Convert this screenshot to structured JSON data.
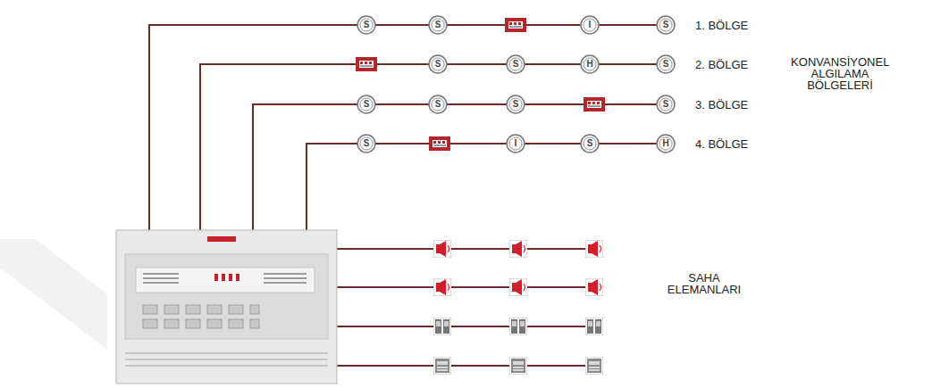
{
  "diagram": {
    "nodes": [
      {
        "text": [
          "S"
        ]
      },
      {
        "text": [
          "S"
        ]
      },
      {
        "text": [
          "I"
        ]
      },
      {
        "text": [
          "S"
        ]
      },
      {
        "text": [
          "S"
        ]
      },
      {
        "text": [
          "S"
        ]
      },
      {
        "text": [
          "H"
        ]
      },
      {
        "text": [
          "S"
        ]
      },
      {
        "text": [
          "S"
        ]
      },
      {
        "text": [
          "S"
        ]
      },
      {
        "text": [
          "S"
        ]
      },
      {
        "text": [
          "S"
        ]
      },
      {
        "text": [
          "S"
        ]
      },
      {
        "text": [
          "I"
        ]
      },
      {
        "text": [
          "S"
        ]
      },
      {
        "text": [
          "H"
        ]
      }
    ],
    "edges": [
      {
        "from": 0,
        "to": 1,
        "arrow": "none"
      },
      {
        "from": 2,
        "to": 3,
        "arrow": "none"
      },
      {
        "from": 4,
        "to": 5,
        "arrow": "none"
      },
      {
        "from": 5,
        "to": 6,
        "arrow": "none"
      },
      {
        "from": 6,
        "to": 7,
        "arrow": "none"
      },
      {
        "from": 8,
        "to": 9,
        "arrow": "none"
      },
      {
        "from": 9,
        "to": 10,
        "arrow": "none"
      },
      {
        "from": 13,
        "to": 14,
        "arrow": "none"
      },
      {
        "from": 14,
        "to": 15,
        "arrow": "none"
      }
    ],
    "labels": [
      "1. BÖLGE",
      "2. BÖLGE",
      "3. BÖLGE",
      "4. BÖLGE",
      "KONVANSİYONEL ALGILAMA BÖLGELERİ",
      "SAHA ELEMANLARI"
    ]
  }
}
